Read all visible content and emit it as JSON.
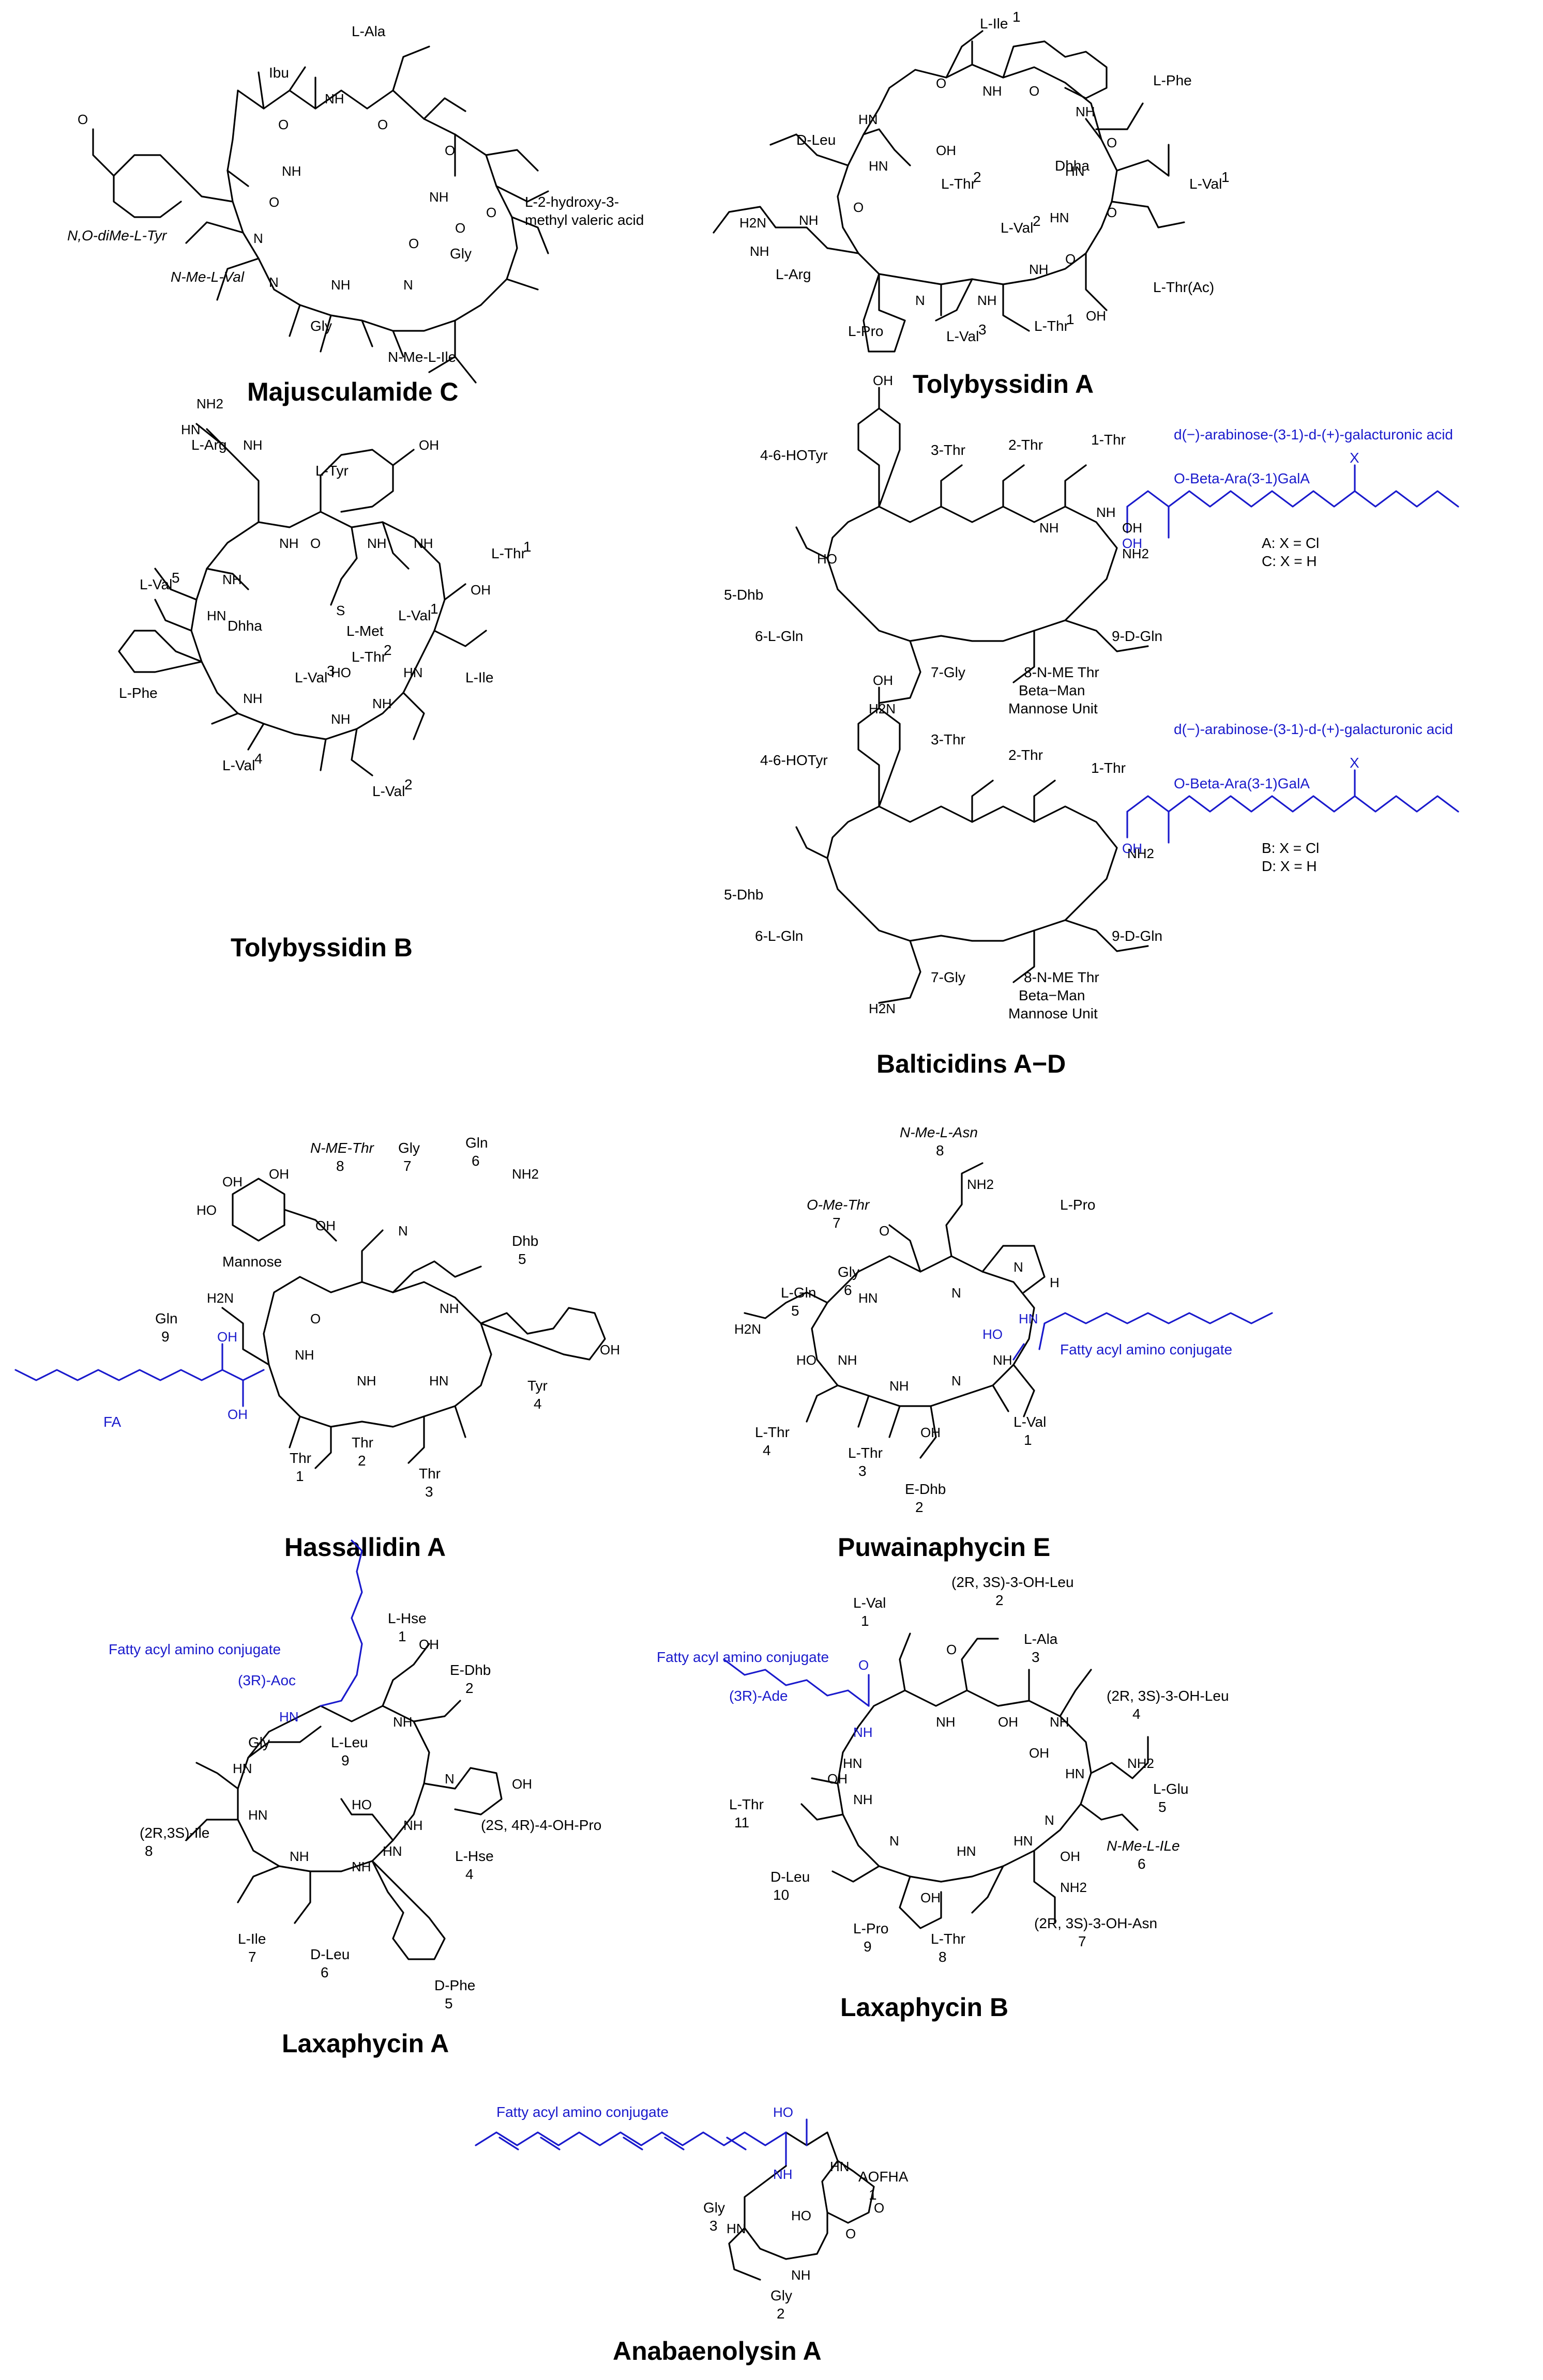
{
  "titles": {
    "majusculamide_c": "Majusculamide C",
    "tolybyssidin_a": "Tolybyssidin A",
    "tolybyssidin_b": "Tolybyssidin B",
    "balticidins": "Balticidins A−D",
    "hassallidin_a": "Hassallidin A",
    "puwainaphycin_e": "Puwainaphycin E",
    "laxaphycin_a": "Laxaphycin A",
    "laxaphycin_b": "Laxaphycin B",
    "anabaenolysin_a": "Anabaenolysin A"
  },
  "majusculamide_c": {
    "ala": "L-Ala",
    "ibu": "Ibu",
    "tyr": "N,O-diMe-L-Tyr",
    "val": "N-Me-L-Val",
    "gly1": "Gly",
    "gly2": "Gly",
    "ile": "N-Me-L-Ile",
    "acid_line1": "L-2-hydroxy-3-",
    "acid_line2": "methyl valeric acid"
  },
  "tolybyssidin_a": {
    "ile": "L-Ile",
    "ile_sup": "1",
    "phe": "L-Phe",
    "leu": "D-Leu",
    "thr2": "L-Thr",
    "thr2_sup": "2",
    "dhha": "Dhha",
    "val1": "L-Val",
    "val1_sup": "1",
    "arg": "L-Arg",
    "val2": "L-Val",
    "val2_sup": "2",
    "thrac": "L-Thr(Ac)",
    "pro": "L-Pro",
    "val3": "L-Val",
    "val3_sup": "3",
    "thr1": "L-Thr",
    "thr1_sup": "1"
  },
  "tolybyssidin_b": {
    "arg": "L-Arg",
    "tyr": "L-Tyr",
    "thr1": "L-Thr",
    "thr1_sup": "1",
    "val5": "L-Val",
    "val5_sup": "5",
    "dhha": "Dhha",
    "met": "L-Met",
    "val1": "L-Val",
    "val1_sup": "1",
    "thr2": "L-Thr",
    "thr2_sup": "2",
    "val3": "L-Val",
    "val3_sup": "3",
    "ile": "L-Ile",
    "phe": "L-Phe",
    "val4": "L-Val",
    "val4_sup": "4",
    "val2": "L-Val",
    "val2_sup": "2"
  },
  "balticidins": {
    "sugar_label": "d(−)-arabinose-(3-1)-d-(+)-galacturonic acid",
    "sugar_group": "O-Beta-Ara(3-1)GalA",
    "hotyr": "4-6-HOTyr",
    "thr3": "3-Thr",
    "thr2": "2-Thr",
    "thr1": "1-Thr",
    "dhb": "5-Dhb",
    "gln6": "6-L-Gln",
    "gly7": "7-Gly",
    "methr": "8-N-ME Thr",
    "gln9": "9-D-Gln",
    "betaman": "Beta−Man",
    "mannose": "Mannose Unit",
    "ac_line1": "A: X = Cl",
    "ac_line2": "C: X = H",
    "bd_line1": "B: X = Cl",
    "bd_line2": "D: X = H",
    "x": "X"
  },
  "hassallidin_a": {
    "methr": "N-ME-Thr",
    "methr_n": "8",
    "gly": "Gly",
    "gly_n": "7",
    "gln6": "Gln",
    "gln6_n": "6",
    "dhb": "Dhb",
    "dhb_n": "5",
    "mannose": "Mannose",
    "gln9": "Gln",
    "gln9_n": "9",
    "tyr": "Tyr",
    "tyr_n": "4",
    "fa": "FA",
    "thr1": "Thr",
    "thr1_n": "1",
    "thr2": "Thr",
    "thr2_n": "2",
    "thr3": "Thr",
    "thr3_n": "3"
  },
  "puwainaphycin_e": {
    "asn": "N-Me-L-Asn",
    "asn_n": "8",
    "omethr": "O-Me-Thr",
    "omethr_n": "7",
    "pro": "L-Pro",
    "gly": "Gly",
    "gly_n": "6",
    "gln": "L-Gln",
    "gln_n": "5",
    "fatty": "Fatty acyl amino conjugate",
    "val": "L-Val",
    "val_n": "1",
    "thr4": "L-Thr",
    "thr4_n": "4",
    "thr3": "L-Thr",
    "thr3_n": "3",
    "dhb": "E-Dhb",
    "dhb_n": "2"
  },
  "laxaphycin_a": {
    "fatty": "Fatty acyl amino conjugate",
    "aoc": "(3R)-Aoc",
    "hse1": "L-Hse",
    "hse1_n": "1",
    "dhb": "E-Dhb",
    "dhb_n": "2",
    "gly": "Gly",
    "leu9": "L-Leu",
    "leu9_n": "9",
    "ile8": "(2R,3S)-Ile",
    "ile8_n": "8",
    "hypro": "(2S, 4R)-4-OH-Pro",
    "hse4": "L-Hse",
    "hse4_n": "4",
    "ile7": "L-Ile",
    "ile7_n": "7",
    "leu6": "D-Leu",
    "leu6_n": "6",
    "phe": "D-Phe",
    "phe_n": "5"
  },
  "laxaphycin_b": {
    "val": "L-Val",
    "val_n": "1",
    "ohleu2": "(2R, 3S)-3-OH-Leu",
    "ohleu2_n": "2",
    "ala": "L-Ala",
    "ala_n": "3",
    "fatty": "Fatty acyl amino conjugate",
    "ade": "(3R)-Ade",
    "ohleu4": "(2R, 3S)-3-OH-Leu",
    "ohleu4_n": "4",
    "glu": "L-Glu",
    "glu_n": "5",
    "thr11": "L-Thr",
    "thr11_n": "11",
    "meile": "N-Me-L-ILe",
    "meile_n": "6",
    "leu10": "D-Leu",
    "leu10_n": "10",
    "pro": "L-Pro",
    "pro_n": "9",
    "thr8": "L-Thr",
    "thr8_n": "8",
    "ohasn": "(2R, 3S)-3-OH-Asn",
    "ohasn_n": "7"
  },
  "anabaenolysin_a": {
    "fatty": "Fatty acyl amino conjugate",
    "aofha": "AOFHA",
    "aofha_n": "1",
    "gly3": "Gly",
    "gly3_n": "3",
    "gly2": "Gly",
    "gly2_n": "2"
  },
  "atoms": {
    "nh": "NH",
    "hn": "HN",
    "n": "N",
    "o": "O",
    "oh": "OH",
    "ho": "HO",
    "nh2": "NH2",
    "h2n": "H2N",
    "s": "S",
    "h": "H"
  },
  "colors": {
    "ink": "#000000",
    "accent": "#1a1acc",
    "background": "#ffffff"
  }
}
